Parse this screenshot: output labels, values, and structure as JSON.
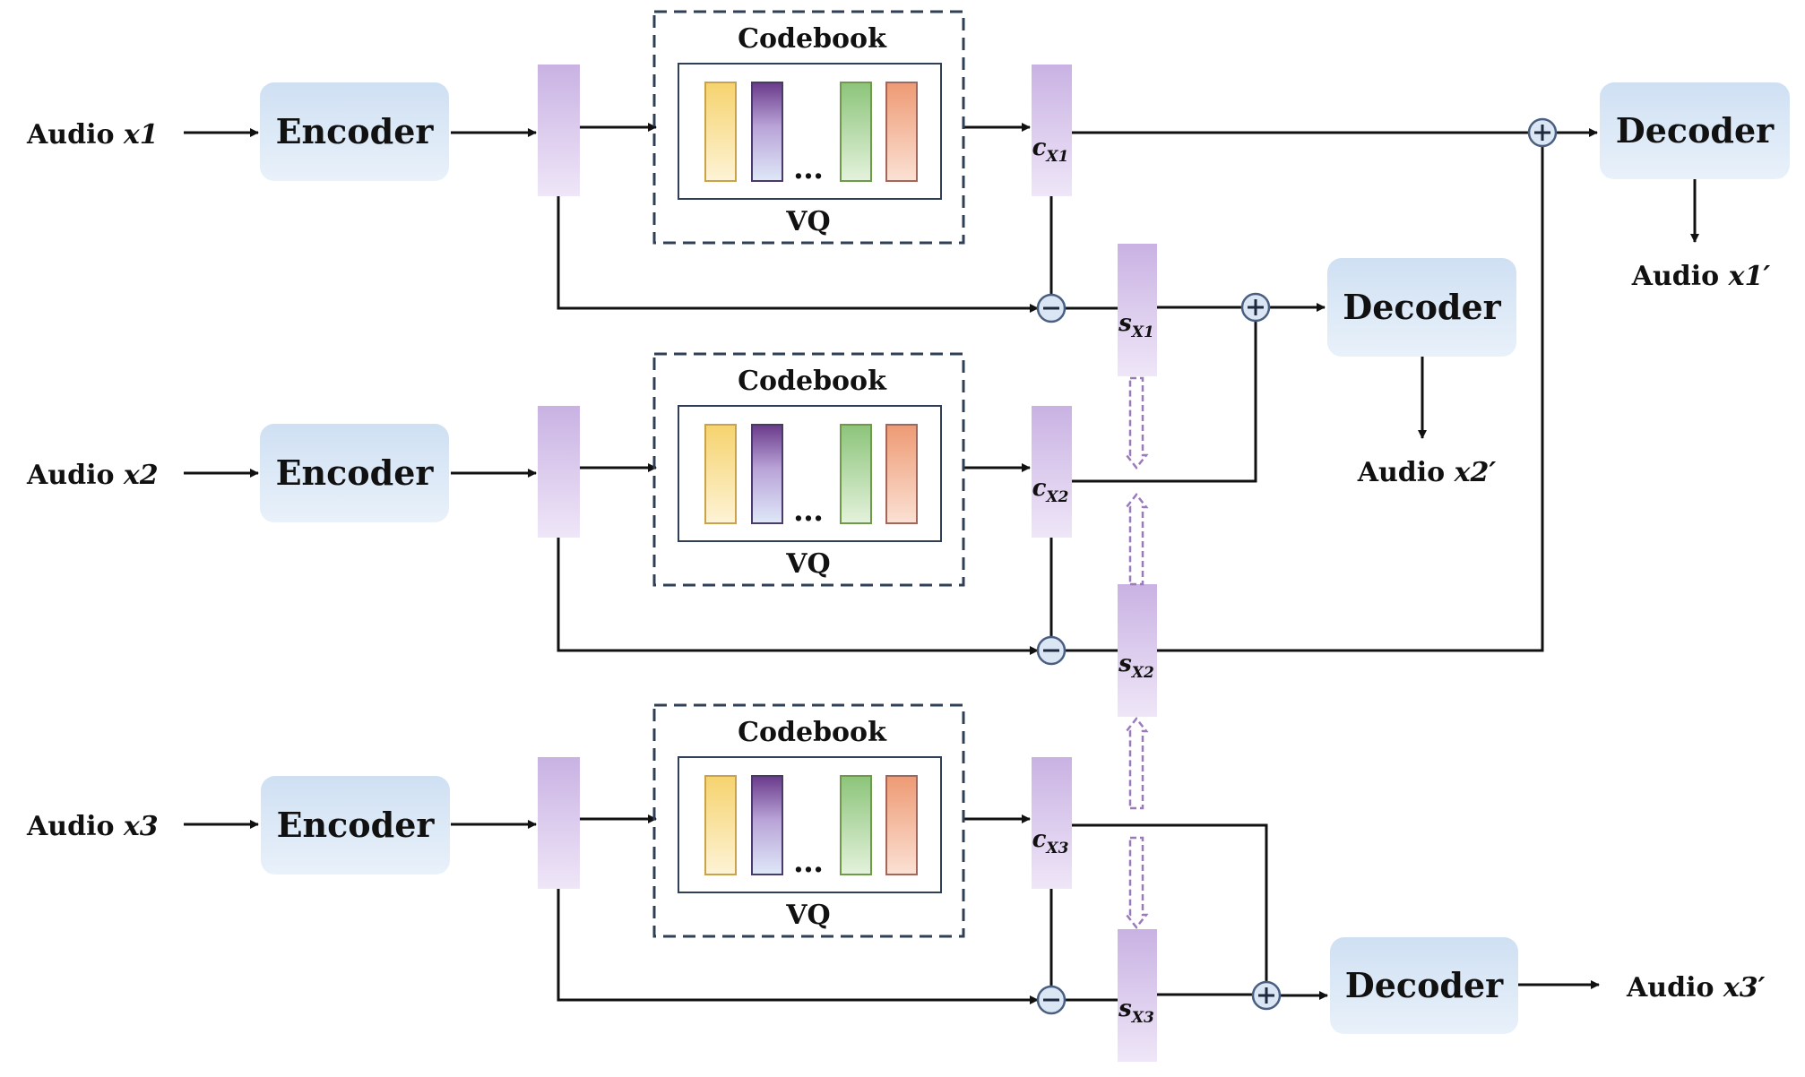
{
  "colors": {
    "block_fill": "#dde9f6",
    "feature_fill": "#cdb8e6",
    "codebook_border": "#2f3f55",
    "swap_arrow": "#9a7ab8",
    "code_yellow": "#f5d678",
    "code_purple": "#6b3a8c",
    "code_green": "#8fc57a",
    "code_orange": "#f0a07c"
  },
  "inputs": [
    {
      "prefix": "Audio ",
      "var": "x1"
    },
    {
      "prefix": "Audio ",
      "var": "x2"
    },
    {
      "prefix": "Audio ",
      "var": "x3"
    }
  ],
  "outputs": [
    {
      "prefix": "Audio ",
      "var": "x1′"
    },
    {
      "prefix": "Audio ",
      "var": "x2′"
    },
    {
      "prefix": "Audio ",
      "var": "x3′"
    }
  ],
  "encoder_label": "Encoder",
  "decoder_label": "Decoder",
  "codebook_label": "Codebook",
  "vq_label": "VQ",
  "ellipsis": "…",
  "content_codes": [
    {
      "base": "c",
      "sub": "X1"
    },
    {
      "base": "c",
      "sub": "X2"
    },
    {
      "base": "c",
      "sub": "X3"
    }
  ],
  "style_codes": [
    {
      "base": "s",
      "sub": "X1"
    },
    {
      "base": "s",
      "sub": "X2"
    },
    {
      "base": "s",
      "sub": "X3"
    }
  ],
  "operators": {
    "add": "+",
    "subtract": "−"
  }
}
